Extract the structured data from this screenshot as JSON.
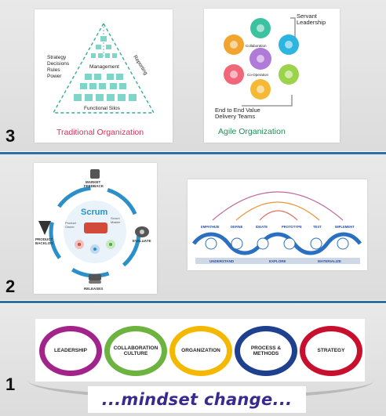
{
  "section3": {
    "number": "3",
    "traditional": {
      "caption": "Traditional Organization",
      "left_lines": [
        "Strategy",
        "Decisions",
        "Rules",
        "Power"
      ],
      "management": "Management",
      "reporting": "Reporting",
      "silos": "Functional Silos"
    },
    "agile": {
      "caption": "Agile Organization",
      "servant": [
        "Servant",
        "Leadership"
      ],
      "collaboration": "Collaboration",
      "cooperation": "Co-Operation",
      "end_to_end": [
        "End to End Value",
        "Delivery Teams"
      ]
    }
  },
  "section2": {
    "number": "2",
    "scrum": {
      "title": "Scrum",
      "market_feedback": [
        "MARKET",
        "FEEDBACK"
      ],
      "product_backlog": [
        "PRODUCT",
        "BACKLOG"
      ],
      "evaluate": "EVALUATE",
      "releases": "RELEASES",
      "product_owner": [
        "Product",
        "Owner"
      ],
      "scrum_master": [
        "Scrum",
        "Master"
      ]
    },
    "design_thinking": {
      "steps": [
        "EMPATHIZE",
        "DEFINE",
        "IDEATE",
        "PROTOTYPE",
        "TEST",
        "IMPLEMENT"
      ],
      "phases": [
        "UNDERSTAND",
        "EXPLORE",
        "MATERIALIZE"
      ]
    }
  },
  "section1": {
    "number": "1",
    "pillars": [
      {
        "label": "LEADERSHIP",
        "color": "#a2248a"
      },
      {
        "label": "COLLABORATION CULTURE",
        "color": "#6cb33f"
      },
      {
        "label": "ORGANIZATION",
        "color": "#f5b800"
      },
      {
        "label": "PROCESS & METHODS",
        "color": "#1f3f8f"
      },
      {
        "label": "STRATEGY",
        "color": "#c8102e"
      }
    ],
    "tagline": "...mindset change..."
  },
  "colors": {
    "divider": "#2f6fa8",
    "traditional_caption": "#d6335a",
    "agile_caption": "#1e8f57",
    "teal": "#3aaa9a"
  }
}
